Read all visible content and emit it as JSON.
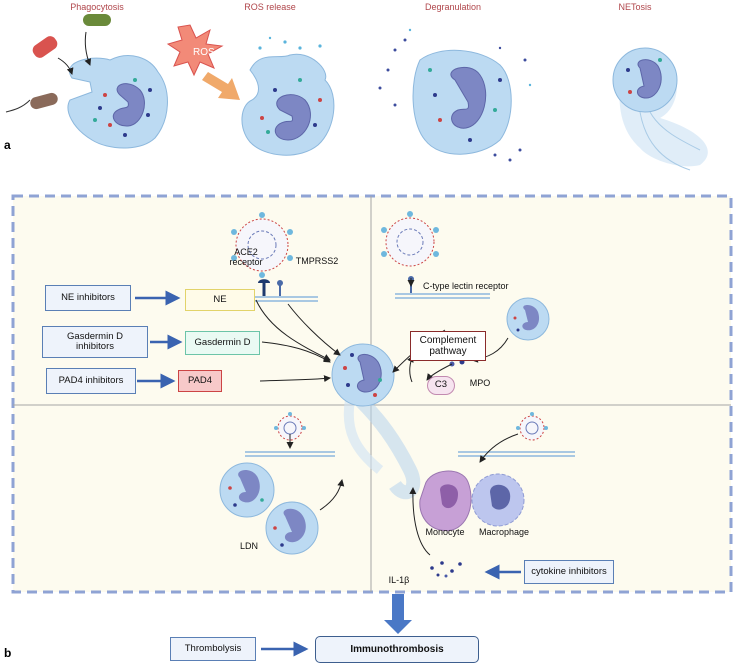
{
  "panel_a": {
    "label": "a",
    "stages": [
      "Phagocytosis",
      "ROS release",
      "Degranulation",
      "NETosis"
    ],
    "ros_text": "ROS"
  },
  "panel_b": {
    "label": "b",
    "top_left": {
      "ace2": "ACE2\nreceptor",
      "tmprss2": "TMPRSS2",
      "inhibitors": [
        "NE inhibitors",
        "Gasdermin D\ninhibitors",
        "PAD4 inhibitors"
      ],
      "targets": [
        "NE",
        "Gasdermin D",
        "PAD4"
      ]
    },
    "top_right": {
      "receptor": "C-type lectin receptor",
      "complement": "Complement\npathway",
      "c3": "C3",
      "mpo": "MPO"
    },
    "bottom_left": {
      "ldn": "LDN"
    },
    "bottom_right": {
      "monocyte": "Monocyte",
      "macrophage": "Macrophage",
      "cytokine_inhibitors": "cytokine inhibitors"
    },
    "il1b": "IL-1β",
    "thrombolysis": "Thrombolysis",
    "immunothrombosis": "Immunothrombosis"
  },
  "colors": {
    "title": "#b0464b",
    "panel_bg": "#fdfbef",
    "dashed_border": "#8fa3d4",
    "arrow_blue": "#3a63b0",
    "cell_fill": "#bcdaf2",
    "nucleus": "#7d87c4",
    "pad4_fill": "#f7c9c9",
    "c3_fill": "#f6e4ef"
  }
}
